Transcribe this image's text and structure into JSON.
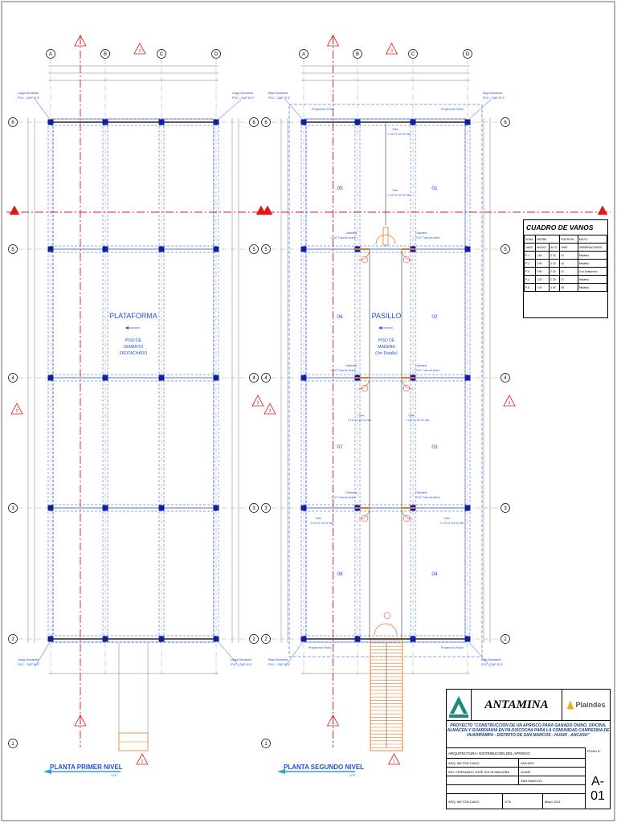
{
  "axes": {
    "columns": [
      "A",
      "B",
      "C",
      "D"
    ],
    "rows": [
      "6",
      "5",
      "4",
      "3",
      "2",
      "1"
    ],
    "section_marks": [
      "1",
      "2",
      "3"
    ]
  },
  "colors": {
    "blue_line": "#1f4fd8",
    "red_axis": "#e01818",
    "wood": "#e07a20",
    "dark_blue_column": "#1020a0"
  },
  "plan_left": {
    "caption": "PLANTA PRIMER NIVEL",
    "scale": "1/75",
    "platform_label": "PLATAFORMA",
    "floor_note": [
      "PISO DE",
      "CEMENTO",
      "FROTACHADO"
    ],
    "callout_top_left": [
      "Llega Montante",
      "PVC - SAP Ø 3\""
    ],
    "callout_top_right": [
      "Llega Montante",
      "PVC - SAP Ø 3\""
    ],
    "callout_bottom_left": [
      "Llega Montante",
      "PVC - SAP Ø 3\""
    ],
    "callout_bottom_right": [
      "Llega Montante",
      "PVC - SAP Ø 3\""
    ]
  },
  "plan_right": {
    "caption": "PLANTA SEGUNDO NIVEL",
    "scale": "1/75",
    "corridor_label": "PASILLO",
    "floor_note": [
      "PISO DE",
      "MADERA",
      "(Ver Detalle)"
    ],
    "rooms": [
      "05",
      "01",
      "06",
      "02",
      "07",
      "03",
      "08",
      "04"
    ],
    "projection_label": "Proyección Techo",
    "callout_top_left": [
      "Baja Montante",
      "PVC - SAP Ø 3\""
    ],
    "callout_top_right": [
      "Baja Montante",
      "PVC - SAP Ø 3\""
    ],
    "callout_bottom_left": [
      "Baja Montante",
      "PVC - SAP Ø 3\""
    ],
    "callout_bottom_right": [
      "Baja Montante",
      "PVC - SAP Ø 3\""
    ],
    "tube_label": [
      "Tubo",
      "1 1/2\"x1 1/2\"x2 mm"
    ],
    "railing_label": [
      "Calamina",
      "4\"x4\" Tubo de Acero"
    ]
  },
  "vanos_table": {
    "title": "CUADRO DE VANOS",
    "header_top": [
      "ZONA",
      "SIERRA",
      "DISTRITAL",
      "MIXTO"
    ],
    "header": [
      "VANO",
      "ANCHO",
      "ALTO",
      "UNID",
      "OBSERVACIONES"
    ],
    "rows": [
      [
        "P-1",
        "1.60",
        "2.20",
        "01",
        "Metálico"
      ],
      [
        "P-2",
        "0.90",
        "2.20",
        "04",
        "Metálico"
      ],
      [
        "P-3",
        "0.90",
        "2.20",
        "01",
        "Con Antepecho"
      ],
      [
        "P-4",
        "2.20",
        "2.20",
        "01",
        "Metálico"
      ],
      [
        "P-5",
        "1.00",
        "1.60",
        "08",
        "Metálico"
      ]
    ]
  },
  "title_block": {
    "brand": "ANTAMINA",
    "partner": "Plaindes",
    "project": "PROYECTO \"CONSTRUCCIÓN DE UN APRISCO PARA GANADO OVINO, OFICINA, ALMACEN Y GUARDIANIA EN PAJUSCOCHA PARA LA COMUNIDAD CAMPESINA DE HUARIPAMPA - DISTRITO DE SAN MARCOS - HUARI - ANCASH\"",
    "drawing_title": "ARQUITECTURA- DISTRIBUCIÓN DEL APRISCO",
    "row1": [
      "ARQ. MILTON CANO",
      "ANCASH"
    ],
    "row2": [
      "ING. FERNANDO JOSÉ SOLIS MAGUIÑA",
      "HUARI"
    ],
    "row3": [
      "",
      "SAN MARCOS"
    ],
    "row4": [
      "ARQ. MILTON CANO",
      "1/75",
      "Mayo 2021"
    ],
    "plano_label": "PLANO N°",
    "sheet": "A-01"
  }
}
